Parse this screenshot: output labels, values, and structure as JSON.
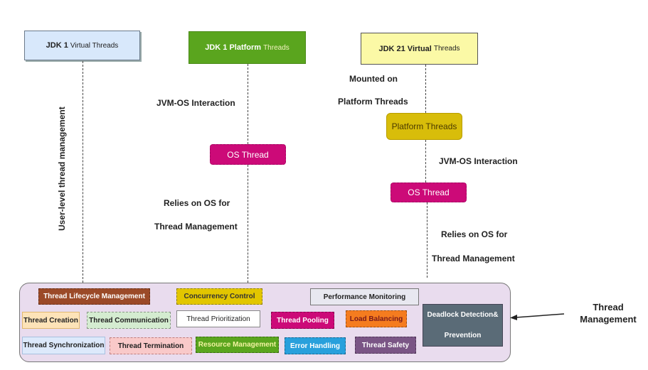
{
  "headers": {
    "jdk1_virtual": {
      "strong": "JDK 1",
      "rest": "Virtual Threads"
    },
    "jdk1_platform": {
      "strong": "JDK 1 Platform",
      "rest": "Threads"
    },
    "jdk21_virtual": {
      "strong": "JDK 21 Virtual",
      "rest": "Threads"
    }
  },
  "left_column": {
    "vertical_label": "User-level thread management"
  },
  "middle_column": {
    "interaction_label": "JVM-OS Interaction",
    "os_thread": "OS Thread",
    "relies_line1": "Relies on OS for",
    "relies_line2": "Thread Management"
  },
  "right_column": {
    "mounted_line1": "Mounted on",
    "mounted_line2": "Platform Threads",
    "platform_threads": "Platform Threads",
    "interaction_label": "JVM-OS Interaction",
    "os_thread": "OS Thread",
    "relies_line1": "Relies on OS for",
    "relies_line2": "Thread Management"
  },
  "thread_management": {
    "callout_line1": "Thread",
    "callout_line2": "Management",
    "chips": [
      {
        "label": "Thread Lifecycle Management",
        "bg": "#9b4a28",
        "fg": "#ffffff"
      },
      {
        "label": "Concurrency Control",
        "bg": "#e2c600",
        "fg": "#333333"
      },
      {
        "label": "Performance Monitoring",
        "bg": "#e8e8f0",
        "fg": "#222222"
      },
      {
        "label": "Thread Creation",
        "bg": "#fde3b8",
        "fg": "#222222"
      },
      {
        "label": "Thread Communication",
        "bg": "#d4ecd0",
        "fg": "#222222"
      },
      {
        "label": "Thread  Prioritization",
        "bg": "#ffffff",
        "fg": "#222222"
      },
      {
        "label": "Thread Pooling",
        "bg": "#cc0a78",
        "fg": "#ffffff"
      },
      {
        "label": "Load Balancing",
        "bg": "#f57c1f",
        "fg": "#7a1a1a"
      },
      {
        "label": "Deadlock Detection&",
        "label2": "Prevention",
        "bg": "#5a6b77",
        "fg": "#ffffff"
      },
      {
        "label": "Thread Synchronization",
        "bg": "#dde9fb",
        "fg": "#222222"
      },
      {
        "label": "Thread  Termination",
        "bg": "#f9c9c9",
        "fg": "#222222"
      },
      {
        "label": "Resource Management",
        "bg": "#5aa51e",
        "fg": "#f2f2a0"
      },
      {
        "label": "Error Handling",
        "bg": "#28a0dc",
        "fg": "#ffffff"
      },
      {
        "label": "Thread Safety",
        "bg": "#7a5585",
        "fg": "#ffffff"
      }
    ]
  },
  "colors": {
    "jdk1_virtual_bg": "#d8e8fb",
    "jdk1_platform_bg": "#5aa51e",
    "jdk21_virtual_bg": "#fbf9a6",
    "os_thread_bg": "#cc0a78",
    "platform_threads_bg": "#d8bd0a",
    "container_bg": "#e9dcee"
  }
}
